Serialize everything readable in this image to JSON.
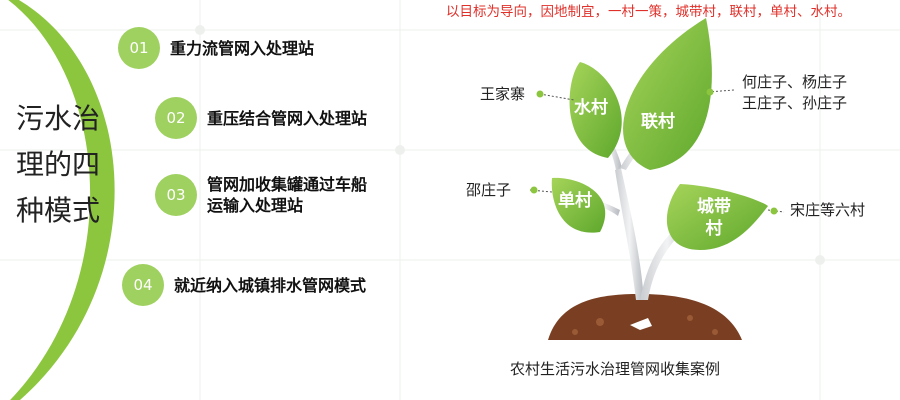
{
  "title_lines": [
    "污水治",
    "理的四",
    "种模式"
  ],
  "modes": [
    {
      "num": "01",
      "text": "重力流管网入处理站"
    },
    {
      "num": "02",
      "text": "重压结合管网入处理站"
    },
    {
      "num": "03",
      "text": "管网加收集罐通过车船\n运输入处理站"
    },
    {
      "num": "04",
      "text": "就近纳入城镇排水管网模式"
    }
  ],
  "note": "以目标为导向，因地制宜，一村一策，城带村，联村，单村、水村。",
  "leaves": {
    "shuicun": "水村",
    "liancun": "联村",
    "dancun": "单村",
    "chengdaicun": "城带村"
  },
  "villages": {
    "wangjiazhai": "王家寨",
    "hezhuang": [
      "何庄子、杨庄子",
      "王庄子、孙庄子"
    ],
    "shaozhuang": "邵庄子",
    "songzhuang": "宋庄等六村"
  },
  "caption": "农村生活污水治理管网收集案例",
  "colors": {
    "accent_green": "#8cc63f",
    "badge_green": "#9fd160",
    "note_red": "#e0302a"
  }
}
